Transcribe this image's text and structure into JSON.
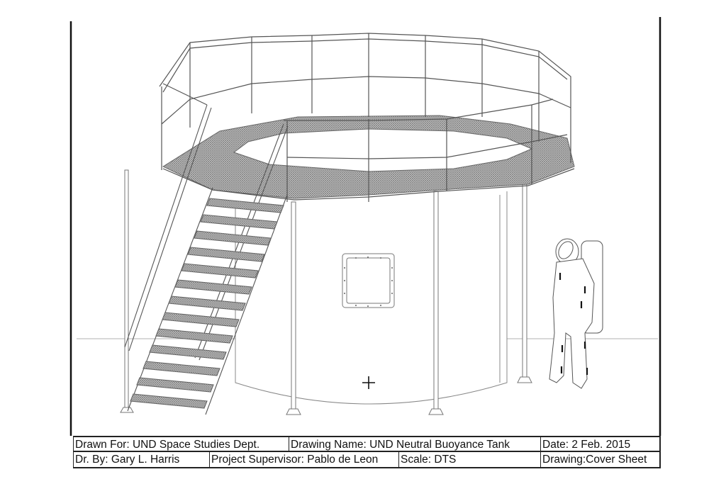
{
  "drawing": {
    "subject": "UND Neutral Buoyance Tank",
    "elements": [
      "octagonal-platform-with-guardrail",
      "grated-walkway",
      "staircase-with-handrails",
      "cylindrical-tank",
      "viewport-window",
      "support-columns",
      "spacesuit-figure",
      "center-cross-mark"
    ]
  },
  "title_block": {
    "row1": [
      {
        "label": "Drawn For: UND Space Studies Dept."
      },
      {
        "label": "Drawing Name: UND Neutral Buoyance Tank"
      },
      {
        "label": "Date: 2 Feb. 2015"
      }
    ],
    "row2": [
      {
        "label": "Dr. By: Gary L.  Harris"
      },
      {
        "label": "Project Supervisor: Pablo de Leon"
      },
      {
        "label": "Scale: DTS"
      },
      {
        "label": "Drawing:Cover Sheet"
      }
    ]
  },
  "colors": {
    "line": "#222222",
    "grating": "#9a9a9a",
    "background": "#ffffff"
  }
}
